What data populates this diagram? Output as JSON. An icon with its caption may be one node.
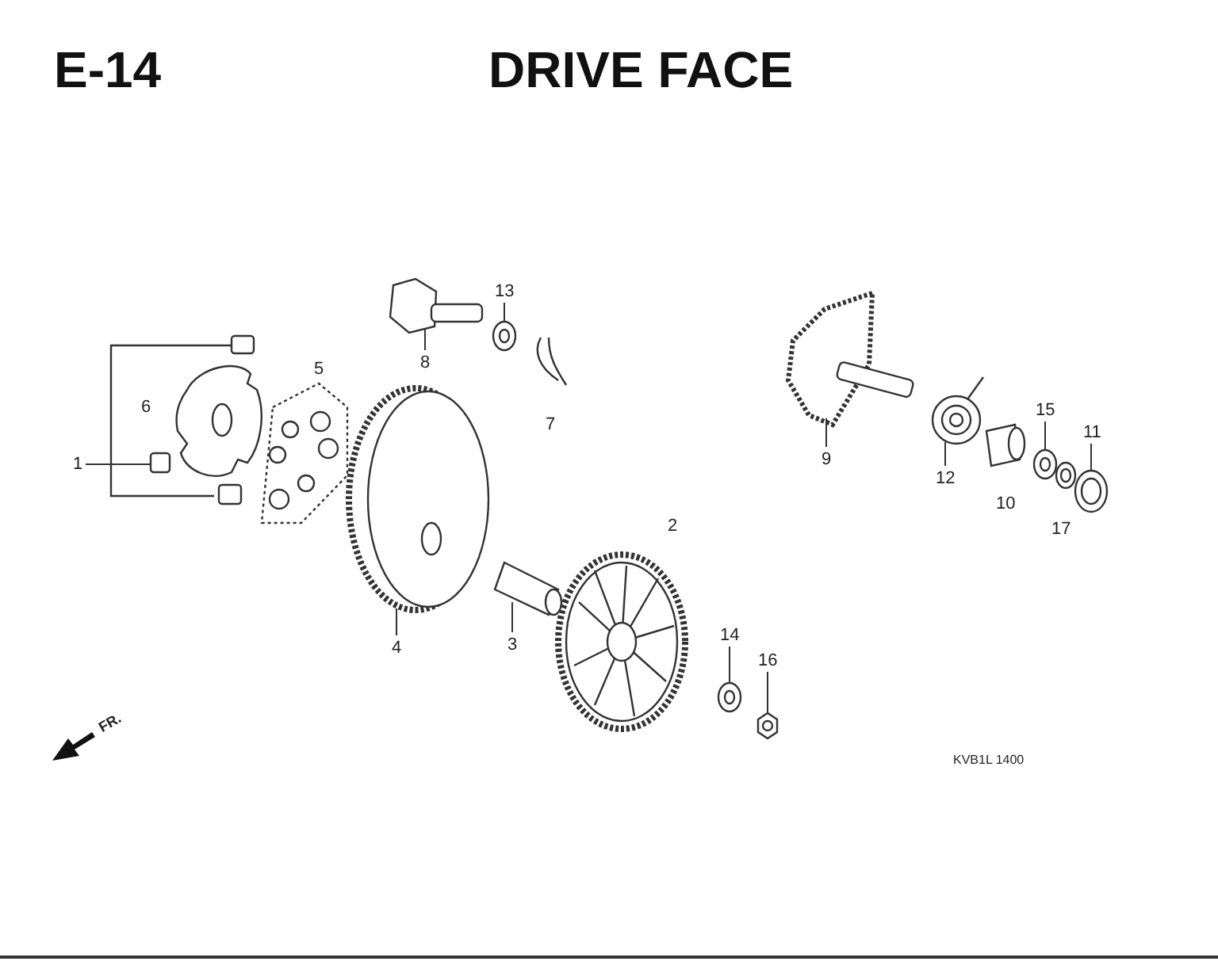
{
  "diagram": {
    "title": "DRIVE FACE",
    "nodes": [
      {
        "text": [
          "13"
        ]
      },
      {
        "text": [
          "8"
        ]
      },
      {
        "text": [
          "15"
        ]
      },
      {
        "text": [
          "11"
        ]
      },
      {
        "text": [
          "1"
        ]
      },
      {
        "text": [
          "9"
        ]
      },
      {
        "text": [
          "12"
        ]
      },
      {
        "text": [
          "4"
        ]
      },
      {
        "text": [
          "3"
        ]
      },
      {
        "text": [
          "14"
        ]
      },
      {
        "text": [
          "16"
        ]
      },
      {
        "text": [],
        "shape": "box"
      },
      {
        "text": [],
        "shape": "box"
      },
      {
        "text": [],
        "shape": "box"
      },
      {
        "text": [],
        "shape": "picture"
      },
      {
        "text": [],
        "shape": "picture"
      },
      {
        "text": [],
        "shape": "picture"
      },
      {
        "text": [],
        "shape": "picture"
      },
      {
        "text": [],
        "shape": "picture"
      },
      {
        "text": [],
        "shape": "picture"
      },
      {
        "text": [],
        "shape": "picture"
      },
      {
        "text": [],
        "shape": "picture"
      },
      {
        "text": [],
        "shape": "picture"
      },
      {
        "text": [],
        "shape": "picture"
      },
      {
        "text": [],
        "shape": "picture"
      }
    ],
    "edges": [
      {
        "from": 0,
        "to": 16,
        "arrow": "none"
      },
      {
        "from": 1,
        "to": 14,
        "arrow": "none"
      },
      {
        "from": 2,
        "to": 23,
        "arrow": "none"
      },
      {
        "from": 3,
        "to": 24,
        "arrow": "none"
      },
      {
        "from": 4,
        "to": 11,
        "arrow": "none"
      },
      {
        "from": 5,
        "to": 21,
        "arrow": "none"
      },
      {
        "from": 6,
        "to": 22,
        "arrow": "none"
      },
      {
        "from": 7,
        "to": 15,
        "arrow": "none"
      },
      {
        "from": 8,
        "to": 17,
        "arrow": "none"
      },
      {
        "from": 9,
        "to": 19,
        "arrow": "none"
      },
      {
        "from": 10,
        "to": 20,
        "arrow": "none"
      }
    ],
    "labels": [
      "E-14",
      "5",
      "6",
      "7",
      "10",
      "2",
      "17",
      "FR.",
      "KVB1L 1400"
    ]
  }
}
